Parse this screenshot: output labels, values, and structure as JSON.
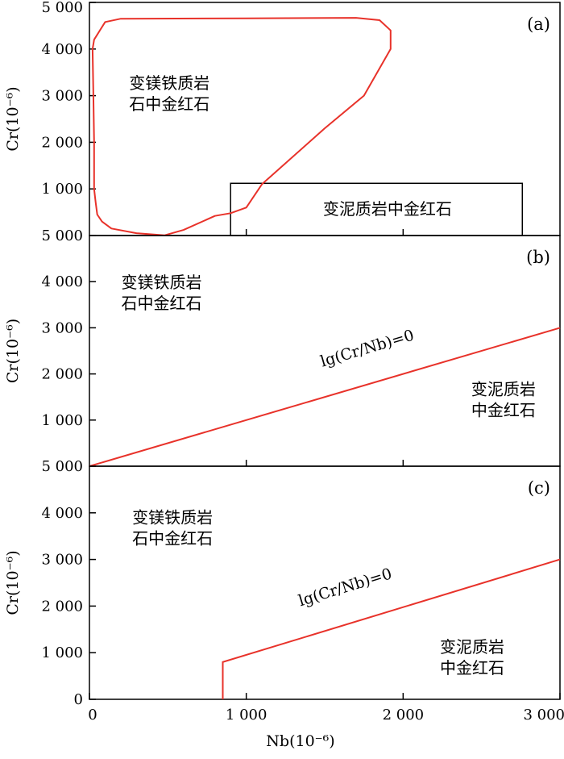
{
  "chart_data": [
    {
      "type": "line",
      "panel_label": "(a)",
      "ylabel": "Cr(10⁻⁶)",
      "xlim": [
        0,
        3000
      ],
      "ylim": [
        0,
        5000
      ],
      "y_ticks": [
        {
          "value": 1000,
          "label": "1 000"
        },
        {
          "value": 2000,
          "label": "2 000"
        },
        {
          "value": 3000,
          "label": "3 000"
        },
        {
          "value": 4000,
          "label": "4 000"
        },
        {
          "value": 5000,
          "label": "5 000"
        }
      ],
      "x_ticks": [
        1000,
        2000
      ],
      "regions": [
        {
          "name": "mafic",
          "lines": [
            "变镁铁质岩",
            "石中金红石"
          ],
          "at": [
            510,
            3150
          ]
        },
        {
          "name": "pelitic",
          "lines": [
            "变泥质岩中金红石"
          ],
          "at": [
            1900,
            450
          ]
        }
      ],
      "polygon": {
        "name": "mafic-field",
        "color": "#e8322a",
        "points": [
          [
            480,
            5
          ],
          [
            300,
            50
          ],
          [
            140,
            150
          ],
          [
            80,
            300
          ],
          [
            50,
            450
          ],
          [
            40,
            700
          ],
          [
            30,
            1000
          ],
          [
            30,
            2000
          ],
          [
            25,
            3000
          ],
          [
            20,
            4000
          ],
          [
            30,
            4200
          ],
          [
            100,
            4580
          ],
          [
            200,
            4650
          ],
          [
            1000,
            4660
          ],
          [
            1700,
            4670
          ],
          [
            1850,
            4620
          ],
          [
            1920,
            4400
          ],
          [
            1920,
            4000
          ],
          [
            1750,
            3000
          ],
          [
            1500,
            2300
          ],
          [
            1100,
            1100
          ],
          [
            1000,
            600
          ],
          [
            900,
            480
          ],
          [
            800,
            420
          ],
          [
            600,
            120
          ],
          [
            480,
            5
          ]
        ]
      },
      "rectangle": {
        "name": "pelitic-field",
        "color": "#000000",
        "x": [
          900,
          2760
        ],
        "y": [
          0,
          1120
        ]
      }
    },
    {
      "type": "line",
      "panel_label": "(b)",
      "ylabel": "Cr(10⁻⁶)",
      "xlim": [
        0,
        3000
      ],
      "ylim": [
        0,
        5000
      ],
      "y_ticks": [
        {
          "value": 1000,
          "label": "1 000"
        },
        {
          "value": 2000,
          "label": "2 000"
        },
        {
          "value": 3000,
          "label": "3 000"
        },
        {
          "value": 4000,
          "label": "4 000"
        },
        {
          "value": 5000,
          "label": "5 000"
        }
      ],
      "x_ticks": [
        1000,
        2000
      ],
      "regions": [
        {
          "name": "mafic",
          "lines": [
            "变镁铁质岩",
            "石中金红石"
          ],
          "at": [
            460,
            3860
          ]
        },
        {
          "name": "pelitic",
          "lines": [
            "变泥质岩",
            "中金红石"
          ],
          "at": [
            2640,
            1550
          ]
        }
      ],
      "boundary": {
        "name": "lg-line",
        "label": "lg(Cr/Nb)=0",
        "label_at": [
          1780,
          2450
        ],
        "color": "#e8322a",
        "points": [
          [
            0,
            0
          ],
          [
            3000,
            3000
          ]
        ]
      }
    },
    {
      "type": "line",
      "panel_label": "(c)",
      "ylabel": "Cr(10⁻⁶)",
      "xlabel": "Nb(10⁻⁶)",
      "xlim": [
        0,
        3000
      ],
      "ylim": [
        0,
        5000
      ],
      "y_ticks": [
        {
          "value": 0,
          "label": "0"
        },
        {
          "value": 1000,
          "label": "1 000"
        },
        {
          "value": 2000,
          "label": "2 000"
        },
        {
          "value": 3000,
          "label": "3 000"
        },
        {
          "value": 4000,
          "label": "4 000"
        },
        {
          "value": 5000,
          "label": "5 000"
        }
      ],
      "x_ticks": [
        {
          "value": 0,
          "label": "0"
        },
        {
          "value": 1000,
          "label": "1 000"
        },
        {
          "value": 2000,
          "label": "2 000"
        },
        {
          "value": 3000,
          "label": "3 000"
        }
      ],
      "regions": [
        {
          "name": "mafic",
          "lines": [
            "变镁铁质岩",
            "石中金红石"
          ],
          "at": [
            530,
            3780
          ]
        },
        {
          "name": "pelitic",
          "lines": [
            "变泥质岩",
            "中金红石"
          ],
          "at": [
            2440,
            1000
          ]
        }
      ],
      "boundary": {
        "name": "lg-line",
        "label": "lg(Cr/Nb)=0",
        "label_at": [
          1640,
          2300
        ],
        "color": "#e8322a",
        "points": [
          [
            850,
            0
          ],
          [
            850,
            800
          ],
          [
            3000,
            3000
          ]
        ]
      }
    }
  ]
}
